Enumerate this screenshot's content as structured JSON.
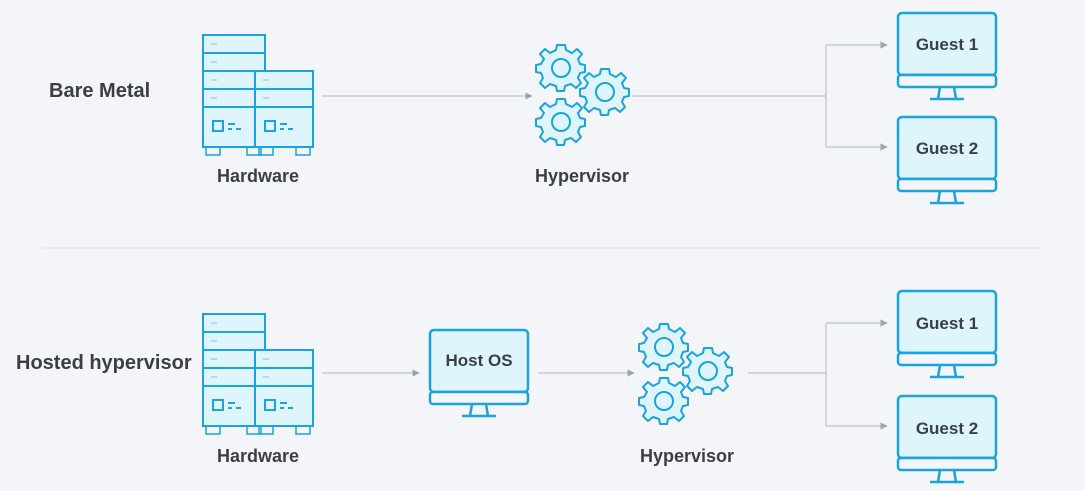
{
  "rows": {
    "bare_metal": {
      "title": "Bare Metal",
      "hardware_label": "Hardware",
      "hypervisor_label": "Hypervisor",
      "guests": [
        "Guest 1",
        "Guest 2"
      ]
    },
    "hosted": {
      "title": "Hosted hypervisor",
      "hardware_label": "Hardware",
      "host_os_label": "Host OS",
      "hypervisor_label": "Hypervisor",
      "guests": [
        "Guest 1",
        "Guest 2"
      ]
    }
  },
  "colors": {
    "background": "#f4f5f9",
    "outline": "#1aa3dc",
    "fill": "#dff5fd",
    "connector": "#b9c3cd",
    "divider": "#dfe3e8",
    "text": "#3a3f46"
  },
  "icons": [
    "server-stack-icon",
    "gears-icon",
    "monitor-icon"
  ]
}
